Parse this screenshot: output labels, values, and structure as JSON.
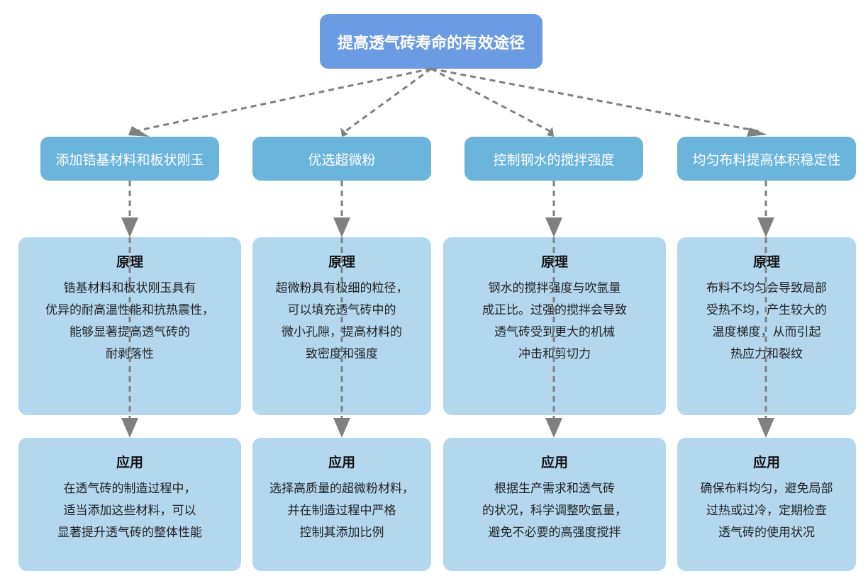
{
  "root": {
    "title": "提高透气砖寿命的有效途径"
  },
  "branches": [
    {
      "title": "添加锆基材料和板状刚玉",
      "principle": {
        "heading": "原理",
        "lines": [
          "锆基材料和板状刚玉具有",
          "优异的耐高温性能和抗热震性，",
          "能够显著提高透气砖的",
          "耐剥落性"
        ]
      },
      "application": {
        "heading": "应用",
        "lines": [
          "在透气砖的制造过程中，",
          "适当添加这些材料，可以",
          "显著提升透气砖的整体性能"
        ]
      }
    },
    {
      "title": "优选超微粉",
      "principle": {
        "heading": "原理",
        "lines": [
          "超微粉具有极细的粒径，",
          "可以填充透气砖中的",
          "微小孔隙，提高材料的",
          "致密度和强度"
        ]
      },
      "application": {
        "heading": "应用",
        "lines": [
          "选择高质量的超微粉材料，",
          "并在制造过程中严格",
          "控制其添加比例"
        ]
      }
    },
    {
      "title": "控制钢水的搅拌强度",
      "principle": {
        "heading": "原理",
        "lines": [
          "钢水的搅拌强度与吹氩量",
          "成正比。过强的搅拌会导致",
          "透气砖受到更大的机械",
          "冲击和剪切力"
        ]
      },
      "application": {
        "heading": "应用",
        "lines": [
          "根据生产需求和透气砖",
          "的状况，科学调整吹氩量，",
          "避免不必要的高强度搅拌"
        ]
      }
    },
    {
      "title": "均匀布料提高体积稳定性",
      "principle": {
        "heading": "原理",
        "lines": [
          "布料不均匀会导致局部",
          "受热不均，产生较大的",
          "温度梯度，从而引起",
          "热应力和裂纹"
        ]
      },
      "application": {
        "heading": "应用",
        "lines": [
          "确保布料均匀，避免局部",
          "过热或过冷，定期检查",
          "透气砖的使用状况"
        ]
      }
    }
  ],
  "colors": {
    "root_fill": "#6a9be3",
    "branch_fill": "#6bb4dc",
    "detail_fill": "#b3d8ee",
    "connector": "#808080"
  }
}
